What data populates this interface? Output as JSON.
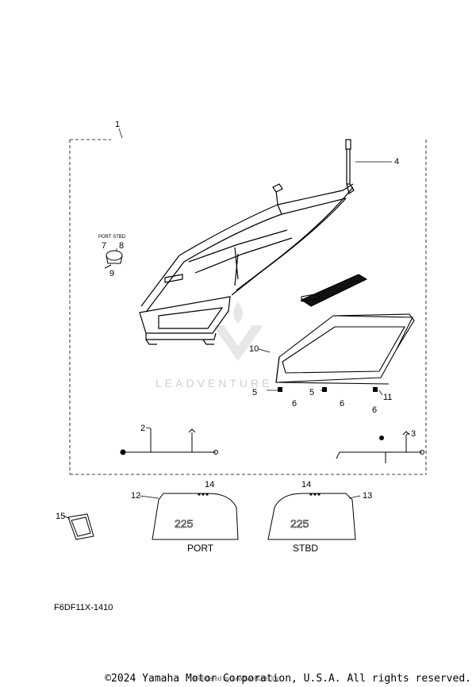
{
  "callouts": {
    "c1": "1",
    "c2": "2",
    "c3": "3",
    "c4": "4",
    "c5a": "5",
    "c5b": "5",
    "c6a": "6",
    "c6b": "6",
    "c6c": "6",
    "c7": "7",
    "c8": "8",
    "c9": "9",
    "c10": "10",
    "c11": "11",
    "c12": "12",
    "c13": "13",
    "c14a": "14",
    "c14b": "14",
    "c15": "15"
  },
  "labels": {
    "port_stbd_small": "PORT  STBD",
    "port": "PORT",
    "stbd": "STBD",
    "decal_text": "225",
    "watermark": "LEADVENTURE"
  },
  "figure_code": "F6DF11X-1410",
  "footer": {
    "copyright": "©2024 Yamaha Motor Corporation, U.S.A. All rights reserved.",
    "rendered_by": "Rendered by LeadVenture, Inc."
  }
}
